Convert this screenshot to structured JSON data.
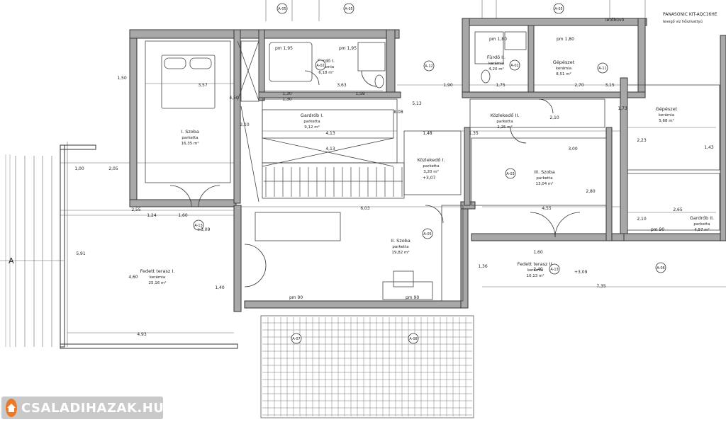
{
  "rooms": [
    {
      "id": "szoba1",
      "name": "I. Szoba",
      "floor": "parketta",
      "area": "16,35 m²"
    },
    {
      "id": "furdo1",
      "name": "Fürdő I.",
      "floor": "kerámia",
      "area": "6,18 m²"
    },
    {
      "id": "furdo2",
      "name": "Fürdő II.",
      "floor": "kerámia",
      "area": "4,20 m²"
    },
    {
      "id": "gepeszet1",
      "name": "Gépészet",
      "floor": "kerámia",
      "area": "8,51 m²"
    },
    {
      "id": "gepeszet2",
      "name": "Gépészet",
      "floor": "kerámia",
      "area": "5,68 m²"
    },
    {
      "id": "gardrob1",
      "name": "Gardrób I.",
      "floor": "parketta",
      "area": "9,12 m²"
    },
    {
      "id": "kozlekedo2",
      "name": "Közlekedő II.",
      "floor": "parketta",
      "area": "2,25 m²"
    },
    {
      "id": "kozlekedo1",
      "name": "Közlekedő I.",
      "floor": "parketta",
      "area": "3,20 m²"
    },
    {
      "id": "szoba3",
      "name": "III. Szoba",
      "floor": "parketta",
      "area": "13,04 m²"
    },
    {
      "id": "gardrob2",
      "name": "Gardrób II.",
      "floor": "parketta",
      "area": "4,57 m²"
    },
    {
      "id": "szoba2",
      "name": "II. Szoba",
      "floor": "parketta",
      "area": "19,82 m²"
    },
    {
      "id": "terasz1",
      "name": "Fedett terasz I.",
      "floor": "kerámia",
      "area": "25,16 m²"
    },
    {
      "id": "terasz2",
      "name": "Fedett terasz II.",
      "floor": "kerámia",
      "area": "10,13 m²"
    }
  ],
  "section_marks": [
    "A-05",
    "A-05",
    "A-05",
    "A-02",
    "A-02",
    "A-12",
    "A-11",
    "A-13",
    "A-03",
    "A-05",
    "A-13",
    "A-06",
    "A-07",
    "A-08"
  ],
  "dimensions": [
    "3,57",
    "3,63",
    "1,58",
    "1,90",
    "1,75",
    "2,70",
    "4,13",
    "4,13",
    "1,48",
    "1,35",
    "3,00",
    "4,55",
    "2,55",
    "1,24",
    "1,60",
    "6,03",
    "4,60",
    "4,93",
    "5,91",
    "7,35",
    "2,65",
    "8,08",
    "5,13",
    "1,30",
    "1,30",
    "4,50",
    "1,50",
    "2,10",
    "2,10",
    "2,10",
    "2,80",
    "3,15",
    "1,73",
    "2,23",
    "1,43",
    "1,36",
    "1,60",
    "2,40",
    "1,40",
    "2,05",
    "1,00"
  ],
  "labels": {
    "elev1": "+3,09",
    "elev2": "+3,09",
    "elev3": "+3,07",
    "pm1": "pm 1,95",
    "pm2": "pm 1,95",
    "pm3": "pm 1,80",
    "pm4": "pm 1,80",
    "pm5": "pm 90",
    "pm6": "pm 90",
    "pm7": "pm 90",
    "tetohozzaferes": "Tetőbúvó",
    "panasonic": "PANASONIC KIT-AQC16HE",
    "levego": "levegő víz hőszivattyú",
    "axis_a": "A"
  },
  "watermark": {
    "text": "CSALADIHAZAK.HU",
    "icon": "house-logo-icon"
  },
  "colors": {
    "wall": "#a8a8a8",
    "wallStroke": "#333333",
    "line": "#555555",
    "watermarkBg": "#c9c9c9",
    "watermarkIcon": "#e87a2a"
  }
}
